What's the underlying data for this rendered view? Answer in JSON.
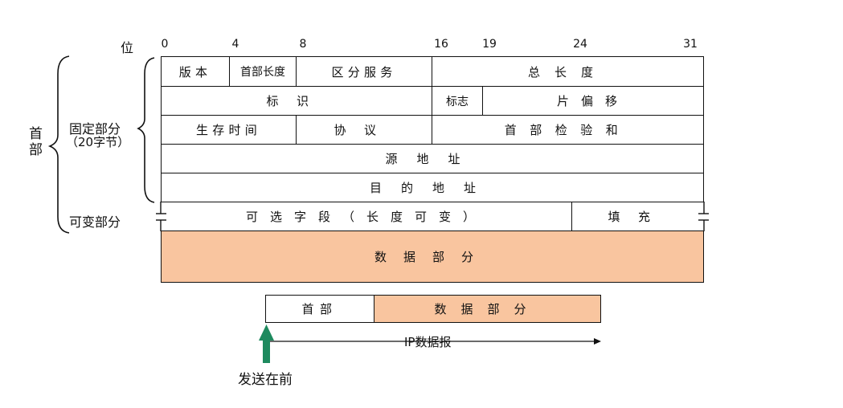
{
  "header_axis_label": "位",
  "bit_positions": [
    {
      "label": "0"
    },
    {
      "label": "4"
    },
    {
      "label": "8"
    },
    {
      "label": "16"
    },
    {
      "label": "19"
    },
    {
      "label": "24"
    },
    {
      "label": "31"
    }
  ],
  "labels": {
    "header": "首部",
    "fixed_part": "固定部分",
    "fixed_size": "（20字节）",
    "variable_part": "可变部分"
  },
  "rows": {
    "row1": {
      "version": "版本",
      "header_length": "首部长度",
      "dsf": "区分服务",
      "total_length": "总长度"
    },
    "row2": {
      "identification": "标识",
      "flags": "标志",
      "fragment_offset": "片偏移"
    },
    "row3": {
      "ttl": "生存时间",
      "protocol": "协议",
      "checksum": "首部检验和"
    },
    "row4": {
      "source_address": "源地址"
    },
    "row5": {
      "destination_address": "目的地址"
    },
    "row6": {
      "options": "可选字段（长度可变）",
      "padding": "填充"
    },
    "row7": {
      "data": "数据部分"
    }
  },
  "datagram": {
    "header": "首部",
    "data": "数据部分",
    "span_label": "IP数据报",
    "send_first": "发送在前"
  },
  "colors": {
    "data_fill": "#f9c59f",
    "arrow": "#1e8a5e",
    "line": "#111111"
  }
}
